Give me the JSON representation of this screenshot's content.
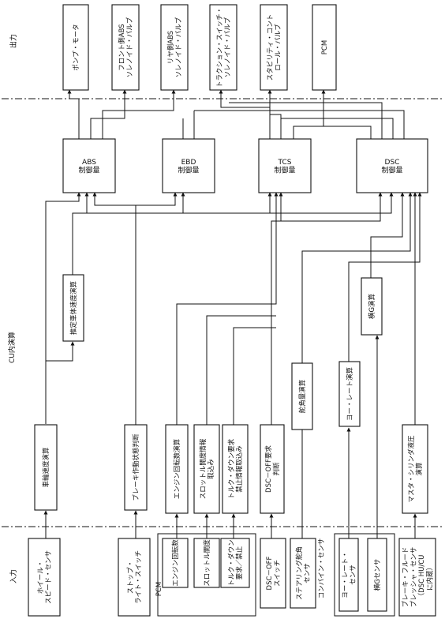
{
  "sections": {
    "input": "入力",
    "cu": "CU内演算",
    "output": "出力"
  },
  "group_labels": {
    "pcm": "PCM",
    "combine": "コンバイン・センサ"
  },
  "inputs": [
    {
      "id": "in-wheel",
      "lines": [
        "ホイール・",
        "スピード・センサ"
      ]
    },
    {
      "id": "in-stop",
      "lines": [
        "ストップ・",
        "ライト・スイッチ"
      ]
    },
    {
      "id": "in-engine",
      "lines": [
        "エンジン回転数"
      ]
    },
    {
      "id": "in-throttle",
      "lines": [
        "スロットル開度"
      ]
    },
    {
      "id": "in-torque",
      "lines": [
        "トルク・ダウン",
        "要求／禁止"
      ]
    },
    {
      "id": "in-dscsw",
      "lines": [
        "DSC－OFF",
        "スイッチ"
      ]
    },
    {
      "id": "in-steer",
      "lines": [
        "ステアリング舵角",
        "センサ"
      ]
    },
    {
      "id": "in-yaw",
      "lines": [
        "ヨー・レート・",
        "センサ"
      ]
    },
    {
      "id": "in-lateral",
      "lines": [
        "横Gセンサ"
      ]
    },
    {
      "id": "in-brakefluid",
      "lines": [
        "ブレーキ・フルード",
        "プレッシャ・センサ",
        "（DSC HU/CU",
        "に内蔵）"
      ]
    }
  ],
  "calcs": [
    {
      "id": "c-wheelspeed",
      "lines": [
        "車輪速度演算"
      ]
    },
    {
      "id": "c-brake",
      "lines": [
        "ブレーキ作動状態判断"
      ]
    },
    {
      "id": "c-engine",
      "lines": [
        "エンジン回転数演算"
      ]
    },
    {
      "id": "c-throttle",
      "lines": [
        "スロットル開度情報",
        "取込み"
      ]
    },
    {
      "id": "c-torque",
      "lines": [
        "トルク・ダウン要求",
        "禁止情報取込み"
      ]
    },
    {
      "id": "c-dscoff",
      "lines": [
        "DSC－OFF要求",
        "判断"
      ]
    },
    {
      "id": "c-master",
      "lines": [
        "マスタ・シリンダ液圧",
        "演算"
      ]
    },
    {
      "id": "c-vehicle",
      "lines": [
        "推定車体速度演算"
      ]
    },
    {
      "id": "c-steer",
      "lines": [
        "舵角量演算"
      ]
    },
    {
      "id": "c-yaw",
      "lines": [
        "ヨー・レート演算"
      ]
    },
    {
      "id": "c-lateral",
      "lines": [
        "横G演算"
      ]
    }
  ],
  "controllers": [
    {
      "id": "ctl-abs",
      "lines": [
        "ABS",
        "制御量"
      ]
    },
    {
      "id": "ctl-ebd",
      "lines": [
        "EBD",
        "制御量"
      ]
    },
    {
      "id": "ctl-tcs",
      "lines": [
        "TCS",
        "制御量"
      ]
    },
    {
      "id": "ctl-dsc",
      "lines": [
        "DSC",
        "制御量"
      ]
    }
  ],
  "outputs": [
    {
      "id": "out-pump",
      "lines": [
        "ポンプ・モータ"
      ]
    },
    {
      "id": "out-front",
      "lines": [
        "フロント側ABS",
        "ソレノイド・バルブ"
      ]
    },
    {
      "id": "out-rear",
      "lines": [
        "リヤ側ABS",
        "ソレノイド・バルブ"
      ]
    },
    {
      "id": "out-traction",
      "lines": [
        "トラクション・スイッチ・",
        "ソレノイド・バルブ"
      ]
    },
    {
      "id": "out-stability",
      "lines": [
        "スタビリティ・コント",
        "ロール・バルブ"
      ]
    },
    {
      "id": "out-pcm",
      "lines": [
        "PCM"
      ]
    }
  ],
  "labels_order": [
    "input",
    "cu",
    "output"
  ]
}
